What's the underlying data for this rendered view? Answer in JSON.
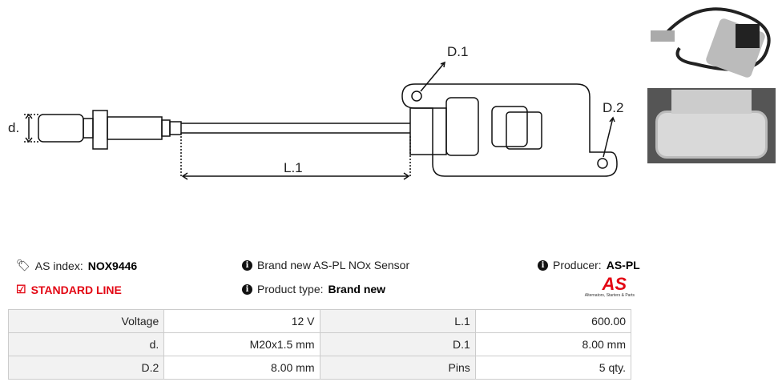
{
  "drawing": {
    "labels": {
      "d": "d.",
      "d1": "D.1",
      "d2": "D.2",
      "l1": "L.1"
    }
  },
  "info": {
    "as_index_label": "AS index:",
    "as_index_value": "NOX9446",
    "line_label": "STANDARD LINE",
    "description": "Brand new AS-PL NOx Sensor",
    "product_type_label": "Product type:",
    "product_type_value": "Brand new",
    "producer_label": "Producer:",
    "producer_value": "AS-PL",
    "logo_text": "AS",
    "logo_tagline": "Alternators, Starters & Parts"
  },
  "colors": {
    "accent": "#e30613"
  },
  "specs": [
    {
      "l1": "Voltage",
      "v1": "12 V",
      "l2": "L.1",
      "v2": "600.00"
    },
    {
      "l1": "d.",
      "v1": "M20x1.5 mm",
      "l2": "D.1",
      "v2": "8.00 mm"
    },
    {
      "l1": "D.2",
      "v1": "8.00 mm",
      "l2": "Pins",
      "v2": "5 qty."
    }
  ]
}
